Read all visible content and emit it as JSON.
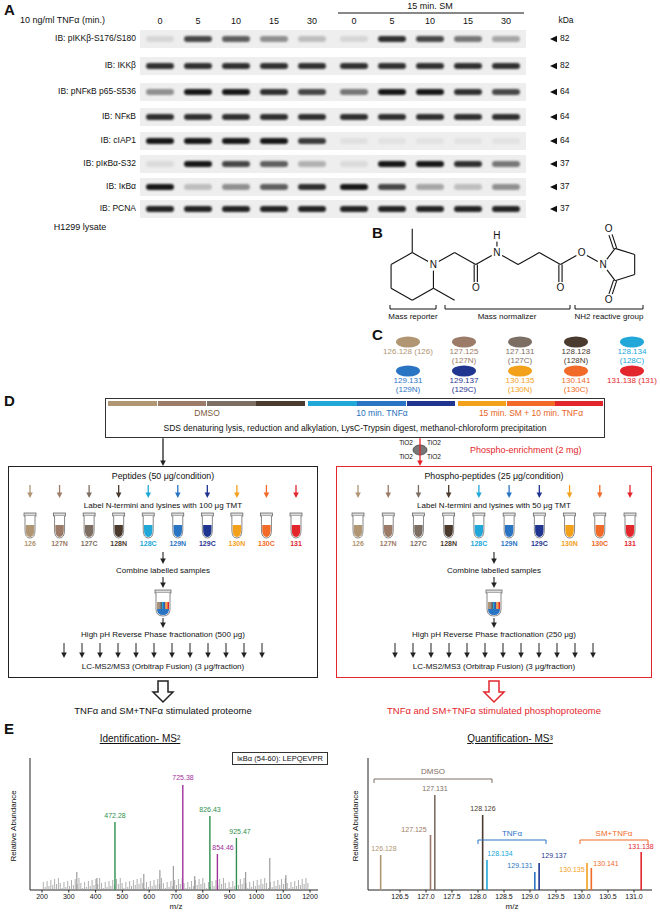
{
  "diagram": {
    "nodes": [
      {
        "text": [
          "SDS denaturing lysis, reduction and alkylation, LysC-Trypsin digest, methanol-chloroform precipitation"
        ]
      },
      {
        "text": [
          "DMSO"
        ],
        "in": 0
      },
      {
        "text": [
          "10 min. TNFα"
        ],
        "in": 0
      },
      {
        "text": [
          "15 min. SM + 10 min. TNFα"
        ],
        "in": 0
      },
      {
        "text": [
          "Peptides (50 μg/condition)",
          "Label N-termini and lysines with 100 μg TMT",
          "Combine labelled samples",
          "High pH Reverse Phase fractionation (500 μg)",
          "LC-MS2/MS3 (Orbitrap Fusion) (3 μg/fraction)"
        ]
      },
      {
        "text": [
          "Phospho-peptides (25 μg/condition)",
          "Label N-termini and lysines with 50 μg TMT",
          "Combine labelled samples",
          "High pH Reverse Phase fractionation (250 μg)",
          "LC-MS2/MS3 (Orbitrap Fusion) (3 μg/fraction)"
        ]
      },
      {
        "text": [
          "IκBα (54-60): LEPQEVPR"
        ]
      }
    ],
    "edges": [
      {
        "from": 0,
        "to": 4,
        "arrow": "to"
      },
      {
        "from": 0,
        "to": 5,
        "arrow": "to"
      }
    ],
    "labels": [
      "A",
      "10 ng/ml TNFα (min.)",
      "15 min. SM",
      "0",
      "5",
      "10",
      "15",
      "30",
      "0",
      "5",
      "10",
      "15",
      "30",
      "kDa",
      "IB: pIKKβ-S176/S180",
      "82",
      "IB: IKKβ",
      "82",
      "IB: pNFκB p65-S536",
      "64",
      "IB: NFκB",
      "64",
      "IB: cIAP1",
      "64",
      "IB: pIκBα-S32",
      "37",
      "IB: IκBα",
      "37",
      "IB: PCNA",
      "37",
      "H1299 lysate",
      "B",
      "N",
      "O",
      "N",
      "H",
      "O",
      "O",
      "N",
      "O",
      "O",
      "Mass reporter",
      "Mass normalizer",
      "NH2 reactive group",
      "C",
      "126.128 (126)",
      "127.125 (127N)",
      "127.131 (127C)",
      "128.128 (128N)",
      "128.134 (128C)",
      "129.131 (129N)",
      "129.137 (129C)",
      "130.135 (130N)",
      "130.141 (130C)",
      "131.138 (131)",
      "D",
      "Phospho-enrichment (2 mg)",
      "TiO2",
      "TiO2",
      "TiO2",
      "TiO2",
      "126",
      "127N",
      "127C",
      "128N",
      "128C",
      "129N",
      "129C",
      "130N",
      "130C",
      "131",
      "126",
      "127N",
      "127C",
      "128N",
      "128C",
      "129N",
      "129C",
      "130N",
      "130C",
      "131",
      "TNFα and SM+TNFα stimulated proteome",
      "TNFα and SM+TNFα stimulated phosphoproteome",
      "E",
      "Identification- MS²",
      "Relative Abundance",
      "725.38",
      "472.28",
      "826.43",
      "854.46",
      "925.47",
      "200",
      "300",
      "400",
      "500",
      "600",
      "700",
      "800",
      "900",
      "1000",
      "1100",
      "1200",
      "m/z",
      "Quantification- MS³",
      "Relative Abundance",
      "DMSO",
      "127.131",
      "127.125",
      "126.128",
      "128.126",
      "TNFα",
      "128.134",
      "129.131",
      "129.137",
      "SM+TNFα",
      "130.135",
      "130.141",
      "131.138",
      "126.5",
      "127.0",
      "127.5",
      "128.0",
      "128.5",
      "129.0",
      "129.5",
      "130.0",
      "130.5",
      "131.0",
      "m/z"
    ]
  }
}
